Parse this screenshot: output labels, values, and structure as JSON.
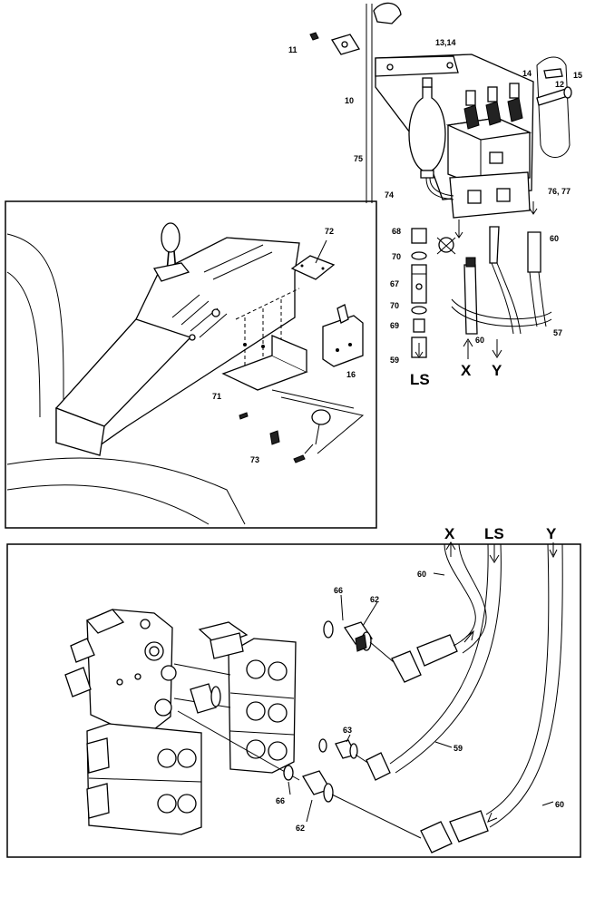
{
  "top_callouts": {
    "c11": "11",
    "c13_14": "13,14",
    "c14": "14",
    "c15": "15",
    "c12": "12",
    "c10": "10",
    "c75": "75",
    "c74": "74",
    "c76_77": "76, 77",
    "c68": "68",
    "c70a": "70",
    "c67": "67",
    "c70b": "70",
    "c69": "69",
    "c59": "59",
    "c60a": "60",
    "c60b": "60",
    "c57": "57",
    "c72": "72",
    "c16": "16",
    "c71": "71",
    "c73": "73"
  },
  "port_labels": {
    "ls_top": "LS",
    "x_top": "X",
    "y_top": "Y",
    "x_bottom": "X",
    "ls_bottom": "LS",
    "y_bottom": "Y"
  },
  "bottom_callouts": {
    "c60a": "60",
    "c66a": "66",
    "c62a": "62",
    "c63": "63",
    "c59": "59",
    "c66b": "66",
    "c62b": "62",
    "c60b": "60"
  }
}
